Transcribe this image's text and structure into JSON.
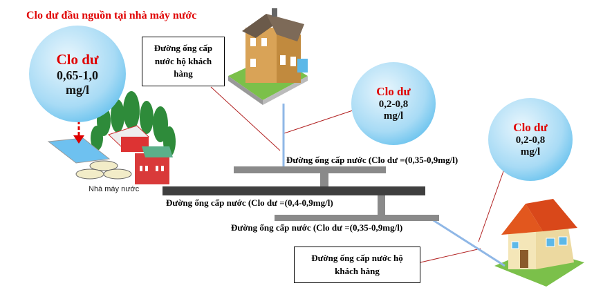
{
  "title": "Clo dư đầu nguồn tại nhà máy nước",
  "bubbles": [
    {
      "heading": "Clo dư",
      "value": "0,65-1,0",
      "unit": "mg/l"
    },
    {
      "heading": "Clo dư",
      "value": "0,2-0,8",
      "unit": "mg/l"
    },
    {
      "heading": "Clo dư",
      "value": "0,2-0,8",
      "unit": "mg/l"
    }
  ],
  "plant_label": "Nhà máy nước",
  "customer_boxes": [
    "Đường ống cấp nước hộ khách hàng",
    "Đường ống cấp nước hộ khách hàng"
  ],
  "pipe_labels": [
    "Đường ống cấp nước (Clo dư =(0,35-0,9mg/l)",
    "Đường ống cấp nước (Clo dư =(0,4-0,9mg/l)",
    "Đường ống cấp nước (Clo dư =(0,35-0,9mg/l)"
  ],
  "colors": {
    "red": "#e00000",
    "pipe_dark": "#3f3f3f",
    "pipe_gray": "#8a8a8a",
    "service_line": "#8fb7e6"
  }
}
